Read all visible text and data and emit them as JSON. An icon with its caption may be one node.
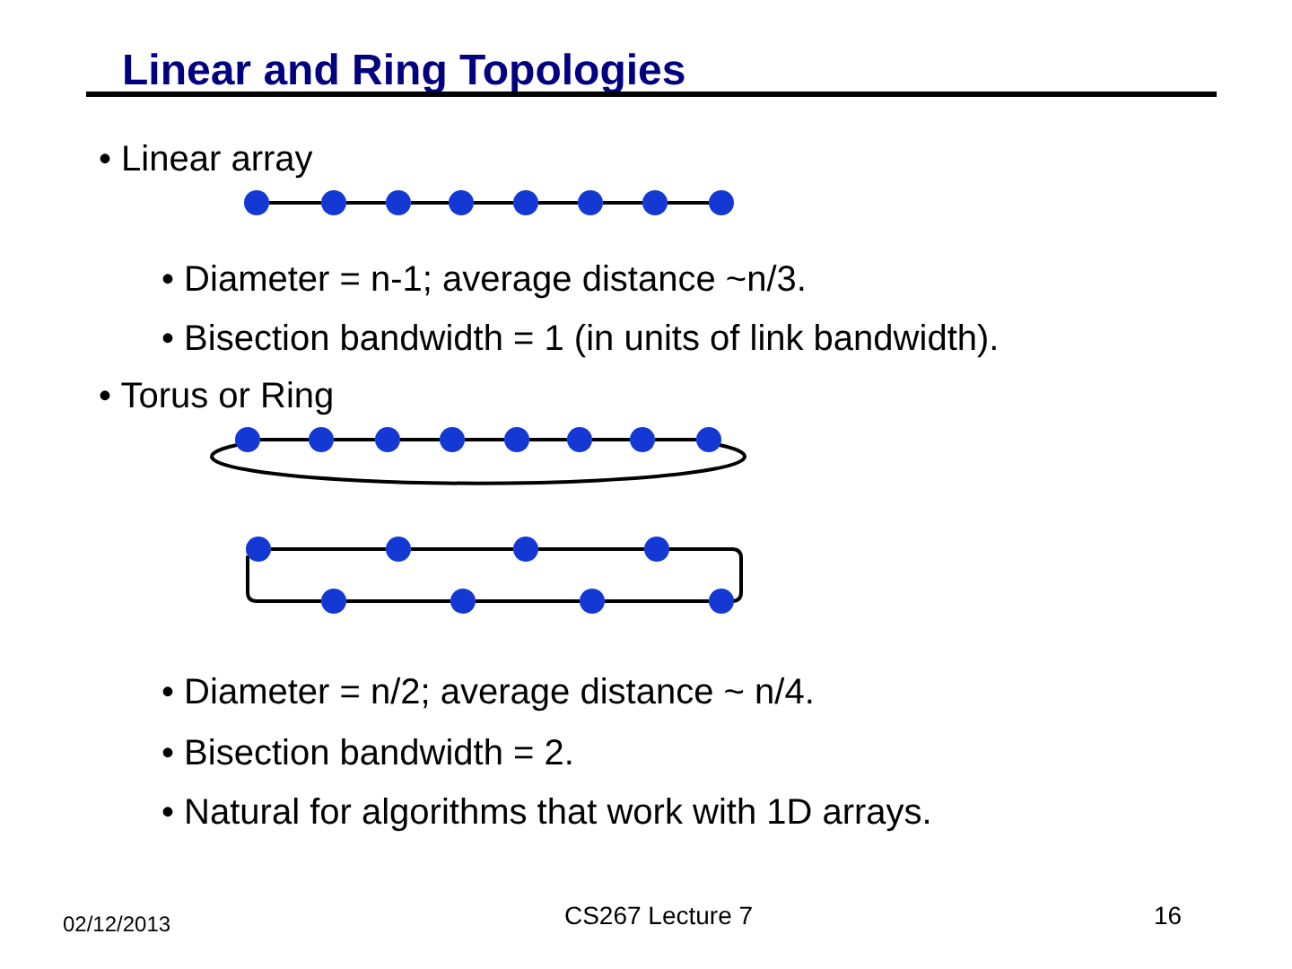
{
  "diagram": {
    "title": "Linear and Ring Topologies",
    "nodes": [
      {
        "text": [],
        "shape": "circle"
      },
      {
        "text": [],
        "shape": "circle"
      },
      {
        "text": [],
        "shape": "circle"
      },
      {
        "text": [],
        "shape": "circle"
      },
      {
        "text": [],
        "shape": "circle"
      },
      {
        "text": [],
        "shape": "circle"
      },
      {
        "text": [],
        "shape": "circle"
      },
      {
        "text": [],
        "shape": "circle"
      },
      {
        "text": [],
        "shape": "circle"
      },
      {
        "text": [],
        "shape": "circle"
      },
      {
        "text": [],
        "shape": "circle"
      },
      {
        "text": [],
        "shape": "circle"
      },
      {
        "text": [],
        "shape": "circle"
      },
      {
        "text": [],
        "shape": "circle"
      },
      {
        "text": [],
        "shape": "circle"
      },
      {
        "text": [],
        "shape": "circle"
      },
      {
        "text": [],
        "shape": "circle"
      },
      {
        "text": [],
        "shape": "circle"
      },
      {
        "text": [],
        "shape": "circle"
      },
      {
        "text": [],
        "shape": "circle"
      },
      {
        "text": [],
        "shape": "circle"
      },
      {
        "text": [],
        "shape": "circle"
      },
      {
        "text": [],
        "shape": "circle"
      },
      {
        "text": [],
        "shape": "circle"
      }
    ],
    "edges": [
      {
        "from": 0,
        "to": 1,
        "arrow": "none"
      },
      {
        "from": 1,
        "to": 2,
        "arrow": "none"
      },
      {
        "from": 2,
        "to": 3,
        "arrow": "none"
      },
      {
        "from": 3,
        "to": 4,
        "arrow": "none"
      },
      {
        "from": 4,
        "to": 5,
        "arrow": "none"
      },
      {
        "from": 5,
        "to": 6,
        "arrow": "none"
      },
      {
        "from": 6,
        "to": 7,
        "arrow": "none"
      },
      {
        "from": 8,
        "to": 9,
        "arrow": "none"
      },
      {
        "from": 9,
        "to": 10,
        "arrow": "none"
      },
      {
        "from": 10,
        "to": 11,
        "arrow": "none"
      },
      {
        "from": 11,
        "to": 12,
        "arrow": "none"
      },
      {
        "from": 12,
        "to": 13,
        "arrow": "none"
      },
      {
        "from": 13,
        "to": 14,
        "arrow": "none"
      },
      {
        "from": 14,
        "to": 15,
        "arrow": "none"
      },
      {
        "from": 15,
        "to": 8,
        "arrow": "none"
      },
      {
        "from": 16,
        "to": 17,
        "arrow": "none"
      },
      {
        "from": 17,
        "to": 18,
        "arrow": "none"
      },
      {
        "from": 18,
        "to": 19,
        "arrow": "none"
      },
      {
        "from": 19,
        "to": 23,
        "arrow": "none"
      },
      {
        "from": 23,
        "to": 22,
        "arrow": "none"
      },
      {
        "from": 22,
        "to": 21,
        "arrow": "none"
      },
      {
        "from": 21,
        "to": 20,
        "arrow": "none"
      },
      {
        "from": 20,
        "to": 16,
        "arrow": "none"
      }
    ],
    "labels": [
      "• Linear array",
      "• Diameter = n-1; average distance ~n/3.",
      "• Bisection bandwidth = 1 (in units of link bandwidth).",
      "• Torus or Ring",
      "• Diameter = n/2; average distance ~ n/4.",
      "• Bisection bandwidth = 2.",
      "• Natural for algorithms that work with 1D arrays.",
      "02/12/2013",
      "CS267 Lecture 7",
      "16"
    ]
  }
}
